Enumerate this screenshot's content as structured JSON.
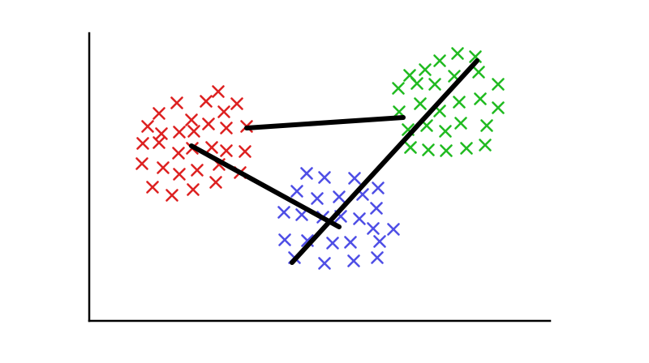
{
  "palette": {
    "axis": "#000000",
    "connector": "#000000",
    "background": "#ffffff"
  },
  "clusters": [
    {
      "id": "red",
      "color": "#dd2222",
      "marker": "x-mark"
    },
    {
      "id": "blue",
      "color": "#4f4fe6",
      "marker": "x-mark"
    },
    {
      "id": "green",
      "color": "#22bb22",
      "marker": "x-mark"
    }
  ],
  "connectors": [
    {
      "id": "red-to-green",
      "from": "red",
      "to": "green"
    },
    {
      "id": "red-to-blue",
      "from": "red",
      "to": "blue"
    },
    {
      "id": "blue-to-green",
      "from": "blue",
      "to": "green"
    }
  ]
}
